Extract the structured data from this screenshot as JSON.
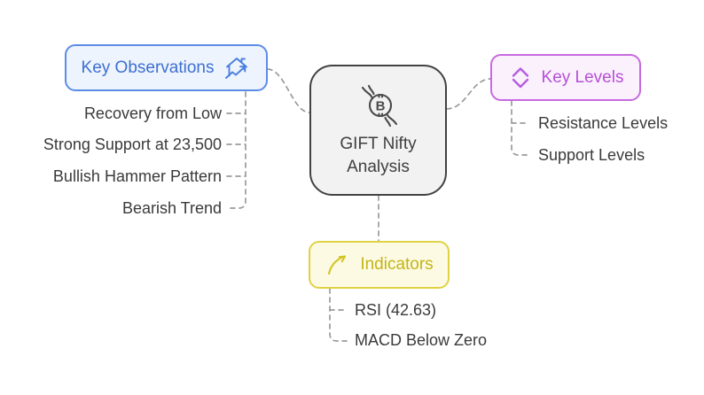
{
  "diagram_title": "GIFT Nifty Analysis",
  "center_node": {
    "label": "GIFT Nifty\nAnalysis",
    "icon": "bitcoin-exchange-hands-icon"
  },
  "branches": {
    "key_observations": {
      "label": "Key Observations",
      "icon": "house-trend-arrow-icon",
      "items": [
        "Recovery from Low",
        "Strong Support at 23,500",
        "Bullish Hammer Pattern",
        "Bearish Trend"
      ]
    },
    "key_levels": {
      "label": "Key Levels",
      "icon": "double-chevron-diamond-icon",
      "items": [
        "Resistance Levels",
        "Support Levels"
      ]
    },
    "indicators": {
      "label": "Indicators",
      "icon": "growth-curve-arrow-icon",
      "items": [
        "RSI (42.63)",
        "MACD Below Zero"
      ]
    }
  },
  "colors": {
    "observations_border": "#5b8ce6",
    "observations_bg": "#eef4fd",
    "observations_text": "#3d6fd1",
    "levels_border": "#c76ae0",
    "levels_bg": "#fbf1fd",
    "levels_text": "#b54fd6",
    "indicators_border": "#e0d244",
    "indicators_bg": "#fcfae3",
    "indicators_text": "#c4b516",
    "center_border": "#424242",
    "center_bg": "#f2f2f2",
    "center_text": "#3f3f3f",
    "leaf_text": "#3a3a3a",
    "connector": "#9b9b9b"
  }
}
